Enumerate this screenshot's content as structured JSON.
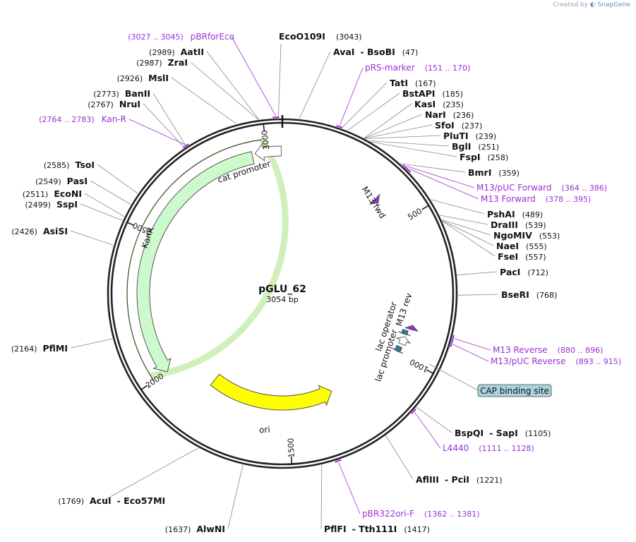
{
  "credit": {
    "prefix": "Created by",
    "brand": "SnapGene"
  },
  "plasmid": {
    "name": "pGLU_62",
    "length_label": "3054 bp",
    "length": 3054
  },
  "ticks": [
    {
      "bp": 500,
      "label": "500"
    },
    {
      "bp": 1000,
      "label": "1000"
    },
    {
      "bp": 1500,
      "label": "1500"
    },
    {
      "bp": 2000,
      "label": "2000"
    },
    {
      "bp": 2500,
      "label": "2500"
    },
    {
      "bp": 3000,
      "label": "3000"
    }
  ],
  "features": [
    {
      "name": "KanR",
      "type": "cds",
      "start": 2000,
      "end": 2950,
      "dir": -1,
      "color": "#cdfacd"
    },
    {
      "name": "cat promoter",
      "type": "promoter",
      "start": 2960,
      "end": 3050,
      "dir": -1,
      "color": "#ffffff"
    },
    {
      "name": "ori",
      "type": "rep_origin",
      "start": 1300,
      "end": 1850,
      "dir": -1,
      "color": "#ffff00"
    },
    {
      "name": "M13 fwd",
      "type": "primer_bind",
      "start": 378,
      "end": 395,
      "dir": 1,
      "color": "#9b2fd6"
    },
    {
      "name": "M13 rev",
      "type": "primer_bind",
      "start": 880,
      "end": 896,
      "dir": -1,
      "color": "#9b2fd6"
    },
    {
      "name": "lac operator",
      "type": "protein_bind",
      "start": 904,
      "end": 920,
      "dir": 1,
      "color": "#2b7f99"
    },
    {
      "name": "lac promoter",
      "type": "promoter",
      "start": 928,
      "end": 958,
      "dir": -1,
      "color": "#ffffff"
    },
    {
      "name": "",
      "type": "protein_bind",
      "start": 970,
      "end": 990,
      "dir": 1,
      "color": "#2b7f99"
    }
  ],
  "cap_label": {
    "text": "CAP binding site",
    "color": "#a7d4dd"
  },
  "enzymes_right": [
    {
      "name": "AvaI",
      "name2": "BsoBI",
      "pos": "(47)"
    },
    {
      "name": "TatI",
      "pos": "(167)"
    },
    {
      "name": "BstAPI",
      "pos": "(185)"
    },
    {
      "name": "KasI",
      "pos": "(235)"
    },
    {
      "name": "NarI",
      "pos": "(236)"
    },
    {
      "name": "SfoI",
      "pos": "(237)"
    },
    {
      "name": "PluTI",
      "pos": "(239)"
    },
    {
      "name": "BglI",
      "pos": "(251)"
    },
    {
      "name": "FspI",
      "pos": "(258)"
    },
    {
      "name": "BmrI",
      "pos": "(359)"
    },
    {
      "name": "PshAI",
      "pos": "(489)"
    },
    {
      "name": "DraIII",
      "pos": "(539)"
    },
    {
      "name": "NgoMIV",
      "pos": "(553)"
    },
    {
      "name": "NaeI",
      "pos": "(555)"
    },
    {
      "name": "FseI",
      "pos": "(557)"
    },
    {
      "name": "PacI",
      "pos": "(712)"
    },
    {
      "name": "BseRI",
      "pos": "(768)"
    },
    {
      "name": "BspQI",
      "name2": "SapI",
      "pos": "(1105)"
    },
    {
      "name": "AflIII",
      "name2": "PciI",
      "pos": "(1221)"
    },
    {
      "name": "PflFI",
      "name2": "Tth111I",
      "pos": "(1417)"
    }
  ],
  "enzymes_left": [
    {
      "name": "EcoO109I",
      "pos": "(3043)"
    },
    {
      "name": "AatII",
      "pos": "(2989)"
    },
    {
      "name": "ZraI",
      "pos": "(2987)"
    },
    {
      "name": "MslI",
      "pos": "(2926)"
    },
    {
      "name": "BanII",
      "pos": "(2773)"
    },
    {
      "name": "NruI",
      "pos": "(2767)"
    },
    {
      "name": "TsoI",
      "pos": "(2585)"
    },
    {
      "name": "PasI",
      "pos": "(2549)"
    },
    {
      "name": "EcoNI",
      "pos": "(2511)"
    },
    {
      "name": "SspI",
      "pos": "(2499)"
    },
    {
      "name": "AsiSI",
      "pos": "(2426)"
    },
    {
      "name": "PflMI",
      "pos": "(2164)"
    },
    {
      "name": "AcuI",
      "name2": "Eco57MI",
      "pos": "(1769)"
    },
    {
      "name": "AlwNI",
      "pos": "(1637)"
    }
  ],
  "primers": [
    {
      "name": "pBRforEco",
      "range": "(3027 .. 3045)",
      "side": "left"
    },
    {
      "name": "Kan-R",
      "range": "(2764 .. 2783)",
      "side": "left"
    },
    {
      "name": "pRS-marker",
      "range": "(151 .. 170)",
      "side": "right"
    },
    {
      "name": "M13/pUC Forward",
      "range": "(364 .. 386)",
      "side": "right"
    },
    {
      "name": "M13 Forward",
      "range": "(378 .. 395)",
      "side": "right"
    },
    {
      "name": "M13 Reverse",
      "range": "(880 .. 896)",
      "side": "right"
    },
    {
      "name": "M13/pUC Reverse",
      "range": "(893 .. 915)",
      "side": "right"
    },
    {
      "name": "L4440",
      "range": "(1111 .. 1128)",
      "side": "right"
    },
    {
      "name": "pBR322ori-F",
      "range": "(1362 .. 1381)",
      "side": "right"
    }
  ],
  "colors": {
    "backbone": "#222222",
    "primer": "#9b2fd6",
    "leader": "#888888"
  }
}
